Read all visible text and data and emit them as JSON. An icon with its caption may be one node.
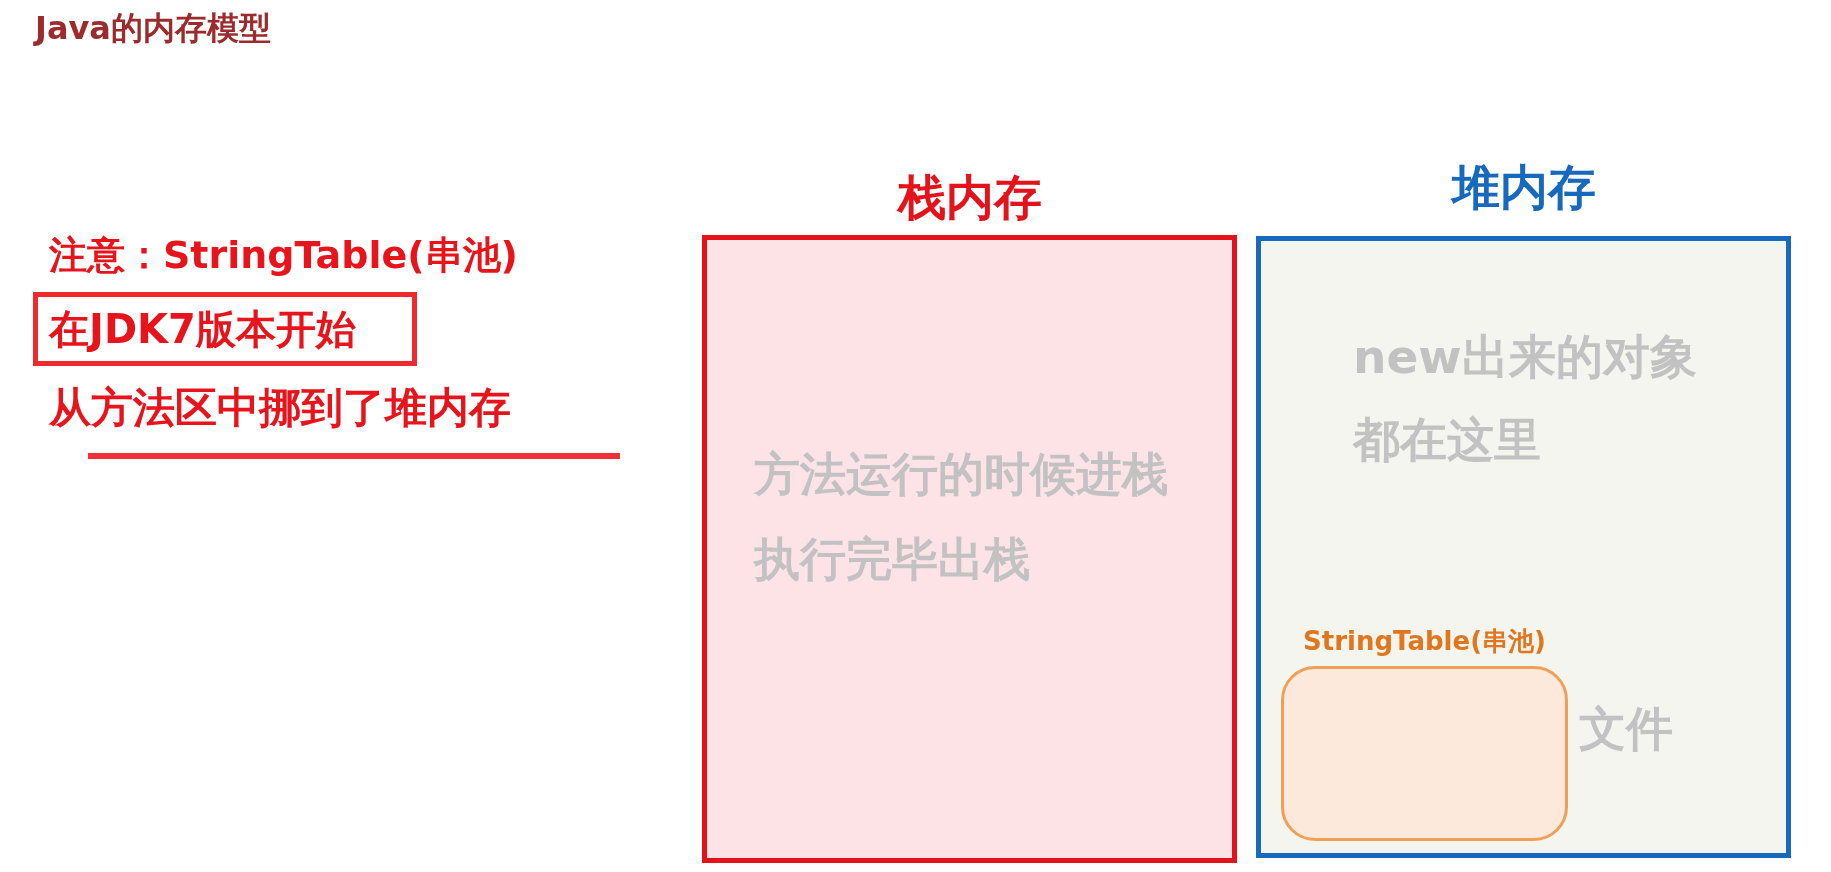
{
  "diagram": {
    "title": "Java的内存模型",
    "nodes": [
      {
        "text": [
          "在JDK7版本开始"
        ]
      },
      {
        "text": [
          "栈内存",
          "方法运行的时候进栈执行完毕出栈"
        ]
      },
      {
        "text": [
          "堆内存",
          "new出来的对象都在这里",
          "文件"
        ]
      },
      {
        "text": [
          "StringTable(串池)"
        ],
        "in": 2
      }
    ],
    "labels": [
      "注意：StringTable(串池)",
      "从方法区中挪到了堆内存"
    ]
  }
}
